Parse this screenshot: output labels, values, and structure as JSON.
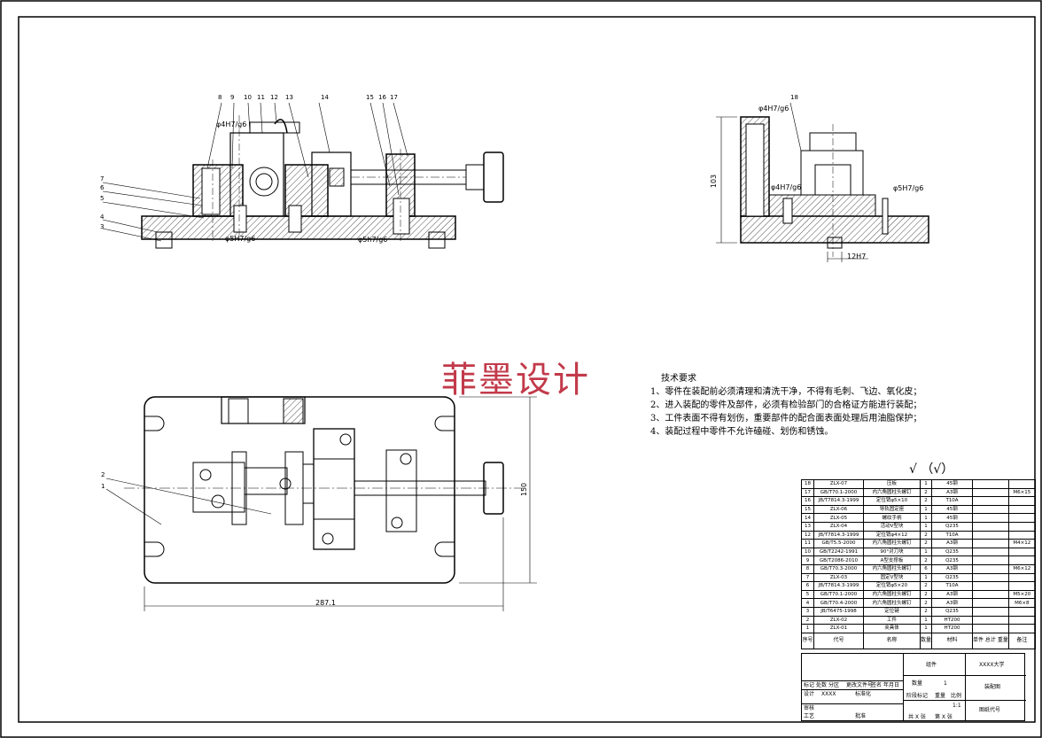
{
  "watermark": "菲墨设计",
  "callouts": [
    "8",
    "9",
    "10",
    "11",
    "12",
    "13",
    "14",
    "15",
    "16",
    "17",
    "7",
    "6",
    "5",
    "4",
    "3",
    "18",
    "2",
    "1"
  ],
  "dimensions": {
    "fit_pin_top": "φ4H7/g6",
    "fit_pin_bottom_left": "φ5H7/g6",
    "fit_pin_bottom_right": "φ5h7/g6",
    "side_pin_top": "φ4H7/g6",
    "side_pin_mid": "φ4H7/g6",
    "side_pin_right": "φ5H7/g6",
    "side_height": "103",
    "side_key": "12H7",
    "plan_height": "150",
    "plan_width": "287.1"
  },
  "tech_requirements": {
    "title": "技术要求",
    "items": [
      "1、零件在装配前必须清理和清洗干净，不得有毛刺、飞边、氧化皮；",
      "2、进入装配的零件及部件，必须有检验部门的合格证方能进行装配；",
      "3、工件表面不得有划伤，重要部件的配合面表面处理后用油脂保护；",
      "4、装配过程中零件不允许磕碰、划伤和锈蚀。"
    ]
  },
  "roughness_symbol": "√ （√）",
  "bom": {
    "rows": [
      [
        "18",
        "ZLX-07",
        "压板",
        "1",
        "45钢",
        ""
      ],
      [
        "17",
        "GB/T70.1-2000",
        "内六角圆柱头螺钉",
        "2",
        "A3钢",
        "M6×15"
      ],
      [
        "16",
        "JB/T7814.3-1999",
        "定位销φ5×10",
        "2",
        "T10A",
        ""
      ],
      [
        "15",
        "ZLX-06",
        "导轨固定座",
        "1",
        "45钢",
        ""
      ],
      [
        "14",
        "ZLX-05",
        "螺纹手柄",
        "1",
        "45钢",
        ""
      ],
      [
        "13",
        "ZLX-04",
        "活动V型块",
        "1",
        "Q235",
        ""
      ],
      [
        "12",
        "JB/T7814.3-1999",
        "定位销φ4×12",
        "2",
        "T10A",
        ""
      ],
      [
        "11",
        "GB/T5.5-2000",
        "内六角圆柱头螺钉",
        "2",
        "A3钢",
        "M4×12"
      ],
      [
        "10",
        "GB/T2242-1991",
        "90°对刀块",
        "1",
        "Q235",
        ""
      ],
      [
        "9",
        "GB/T2086-2010",
        "A型支撑板",
        "2",
        "Q235",
        ""
      ],
      [
        "8",
        "GB/T70.3-2000",
        "内六角圆柱头螺钉",
        "6",
        "A3钢",
        "M6×12"
      ],
      [
        "7",
        "ZLX-03",
        "固定V型块",
        "1",
        "Q235",
        ""
      ],
      [
        "6",
        "JB/T7814.3-1999",
        "定位销φ5×20",
        "2",
        "T10A",
        ""
      ],
      [
        "5",
        "GB/T70.1-2000",
        "内六角圆柱头螺钉",
        "2",
        "A3钢",
        "M5×20"
      ],
      [
        "4",
        "GB/T70.4-2000",
        "内六角圆柱头螺钉",
        "2",
        "A3钢",
        "M6×8"
      ],
      [
        "3",
        "JB/T6475-1998",
        "定位键",
        "2",
        "Q235",
        ""
      ],
      [
        "2",
        "ZLX-02",
        "工件",
        "1",
        "HT200",
        ""
      ],
      [
        "1",
        "ZLX-01",
        "夹具体",
        "1",
        "HT200",
        ""
      ]
    ],
    "header": {
      "seq": "序号",
      "code": "代号",
      "name": "名称",
      "qty": "数量",
      "material": "材料",
      "weight": "单件 总计 重量",
      "remark": "备注"
    }
  },
  "title_block": {
    "assembly": "组件",
    "school": "XXXX大学",
    "qty_label": "数量",
    "qty_value": "1",
    "drawing_type": "装配图",
    "stage_label": "阶段标记",
    "weight_label": "重量",
    "scale_label": "比例",
    "scale_value": "1:1",
    "sheet_no": "图纸代号",
    "sheet_count": "共 X 张",
    "sheet_index": "第 X 张",
    "mark": "标记",
    "count": "处数",
    "zone": "分区",
    "change_no": "更改文件号",
    "sign": "签名",
    "date": "年月日",
    "design": "设计",
    "design_name": "XXXX",
    "standardize": "标准化",
    "review": "审核",
    "process": "工艺",
    "approve": "批准"
  }
}
